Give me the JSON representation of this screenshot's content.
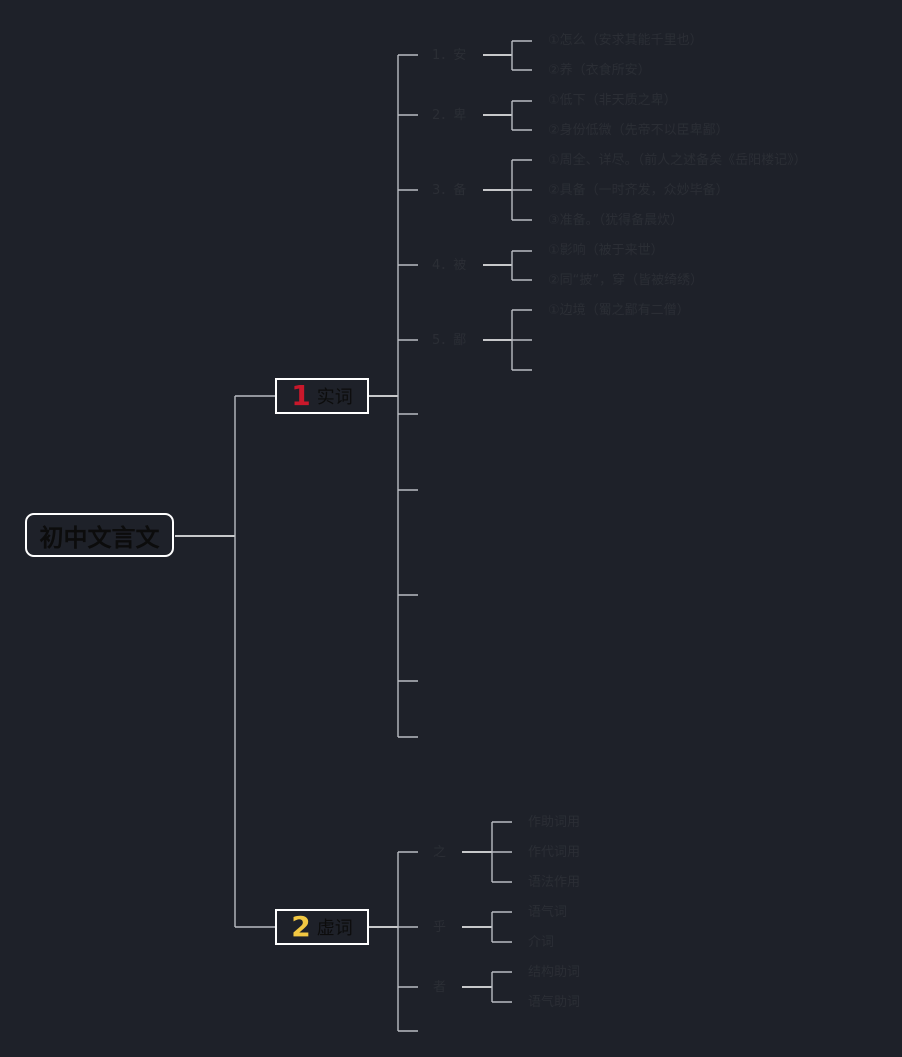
{
  "root": {
    "label": "初中文言文"
  },
  "branches": [
    {
      "number": "1",
      "number_color": "#c9182b",
      "label": "实词",
      "topics": [
        {
          "label": "1．安",
          "leaves": [
            "①怎么（安求其能千里也）",
            "②养（衣食所安）"
          ]
        },
        {
          "label": "2．卑",
          "leaves": [
            "①低下（非天质之卑）",
            "②身份低微（先帝不以臣卑鄙）"
          ]
        },
        {
          "label": "3．备",
          "leaves": [
            "①周全、详尽。（前人之述备矣《岳阳楼记》）",
            "②具备（一时齐发，众妙毕备）",
            "③准备。（犹得备晨炊）"
          ]
        },
        {
          "label": "4．被",
          "leaves": [
            "①影响（被于来世）",
            "②同“披”，穿（皆被绮绣）"
          ]
        },
        {
          "label": "5．鄙",
          "leaves": [
            "①边境（蜀之鄙有二僧）",
            "",
            ""
          ]
        }
      ]
    },
    {
      "number": "2",
      "number_color": "#f2c842",
      "label": "虚词",
      "topics": [
        {
          "label": "之",
          "leaves": [
            "作助词用",
            "作代词用",
            "语法作用"
          ]
        },
        {
          "label": "乎",
          "leaves": [
            "语气词",
            "介词"
          ]
        },
        {
          "label": "者",
          "leaves": [
            "结构助词",
            "语气助词"
          ]
        }
      ]
    }
  ]
}
